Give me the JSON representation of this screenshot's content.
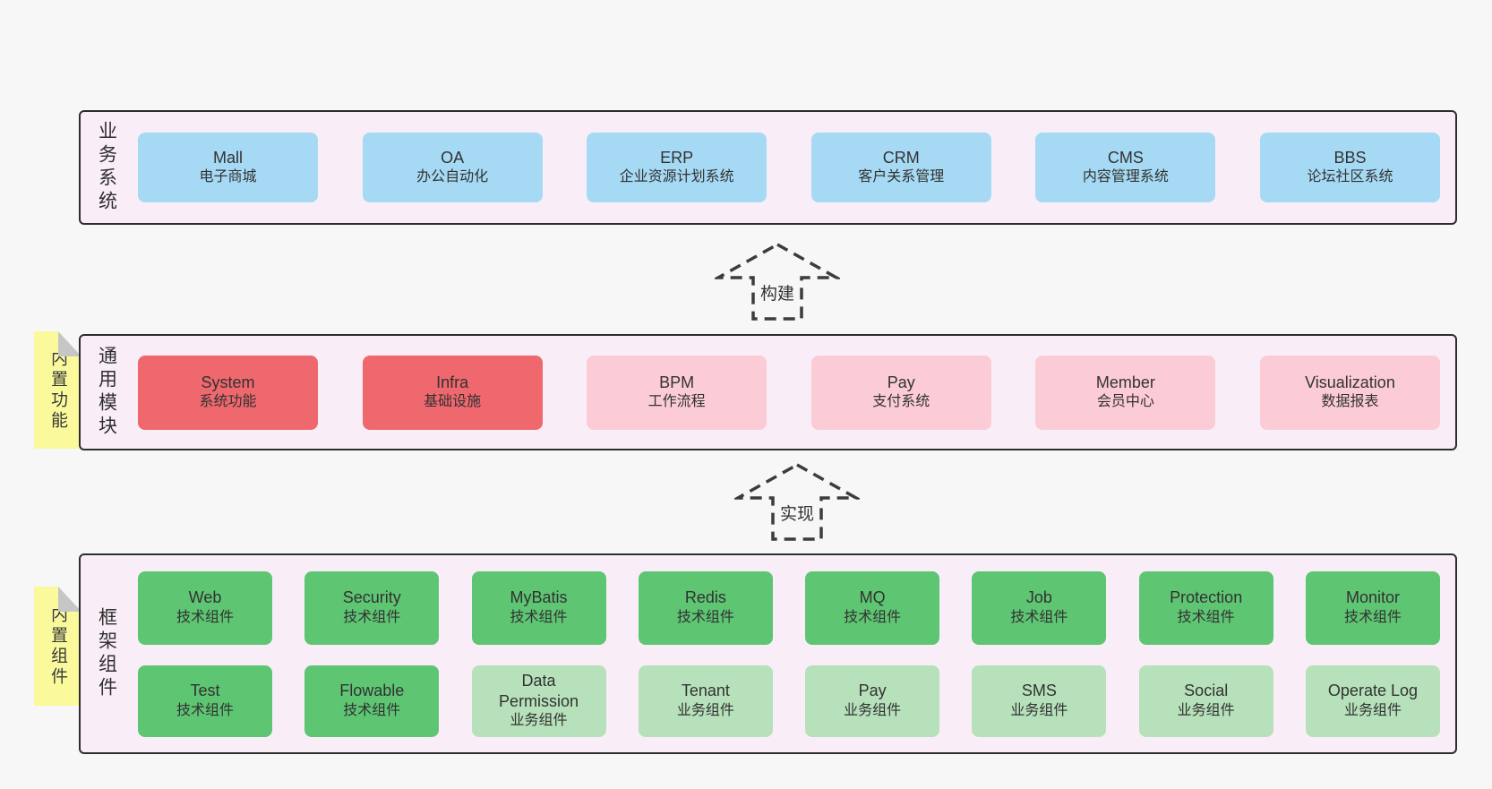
{
  "colors": {
    "page-bg": "#f7f7f7",
    "panel-bg": "#f9eef7",
    "panel-border": "#2e2c30",
    "blue": "#a6daf4",
    "red": "#ee686d",
    "pink": "#fbccd5",
    "green": "#5ec573",
    "green-light": "#b6e1ba",
    "yellow": "#fafa9c",
    "fold": "#c6c6c6",
    "text": "#323232",
    "arrow": "#3c3c3c"
  },
  "sections": {
    "business": {
      "label": "业务系统",
      "boxes": [
        {
          "name": "Mall",
          "subtitle": "电子商城",
          "variant": "blue"
        },
        {
          "name": "OA",
          "subtitle": "办公自动化",
          "variant": "blue"
        },
        {
          "name": "ERP",
          "subtitle": "企业资源计划系统",
          "variant": "blue"
        },
        {
          "name": "CRM",
          "subtitle": "客户关系管理",
          "variant": "blue"
        },
        {
          "name": "CMS",
          "subtitle": "内容管理系统",
          "variant": "blue"
        },
        {
          "name": "BBS",
          "subtitle": "论坛社区系统",
          "variant": "blue"
        }
      ]
    },
    "modules": {
      "label": "通用模块",
      "tab": "内置功能",
      "boxes": [
        {
          "name": "System",
          "subtitle": "系统功能",
          "variant": "red"
        },
        {
          "name": "Infra",
          "subtitle": "基础设施",
          "variant": "red"
        },
        {
          "name": "BPM",
          "subtitle": "工作流程",
          "variant": "pink"
        },
        {
          "name": "Pay",
          "subtitle": "支付系统",
          "variant": "pink"
        },
        {
          "name": "Member",
          "subtitle": "会员中心",
          "variant": "pink"
        },
        {
          "name": "Visualization",
          "subtitle": "数据报表",
          "variant": "pink"
        }
      ]
    },
    "components": {
      "label": "框架组件",
      "tab": "内置组件",
      "rows": [
        [
          {
            "name": "Web",
            "subtitle": "技术组件",
            "variant": "green"
          },
          {
            "name": "Security",
            "subtitle": "技术组件",
            "variant": "green"
          },
          {
            "name": "MyBatis",
            "subtitle": "技术组件",
            "variant": "green"
          },
          {
            "name": "Redis",
            "subtitle": "技术组件",
            "variant": "green"
          },
          {
            "name": "MQ",
            "subtitle": "技术组件",
            "variant": "green"
          },
          {
            "name": "Job",
            "subtitle": "技术组件",
            "variant": "green"
          },
          {
            "name": "Protection",
            "subtitle": "技术组件",
            "variant": "green"
          },
          {
            "name": "Monitor",
            "subtitle": "技术组件",
            "variant": "green"
          }
        ],
        [
          {
            "name": "Test",
            "subtitle": "技术组件",
            "variant": "green"
          },
          {
            "name": "Flowable",
            "subtitle": "技术组件",
            "variant": "green"
          },
          {
            "name": "Data Permission",
            "subtitle": "业务组件",
            "variant": "green-light"
          },
          {
            "name": "Tenant",
            "subtitle": "业务组件",
            "variant": "green-light"
          },
          {
            "name": "Pay",
            "subtitle": "业务组件",
            "variant": "green-light"
          },
          {
            "name": "SMS",
            "subtitle": "业务组件",
            "variant": "green-light"
          },
          {
            "name": "Social",
            "subtitle": "业务组件",
            "variant": "green-light"
          },
          {
            "name": "Operate Log",
            "subtitle": "业务组件",
            "variant": "green-light"
          }
        ]
      ]
    }
  },
  "arrows": [
    {
      "label": "构建"
    },
    {
      "label": "实现"
    }
  ]
}
